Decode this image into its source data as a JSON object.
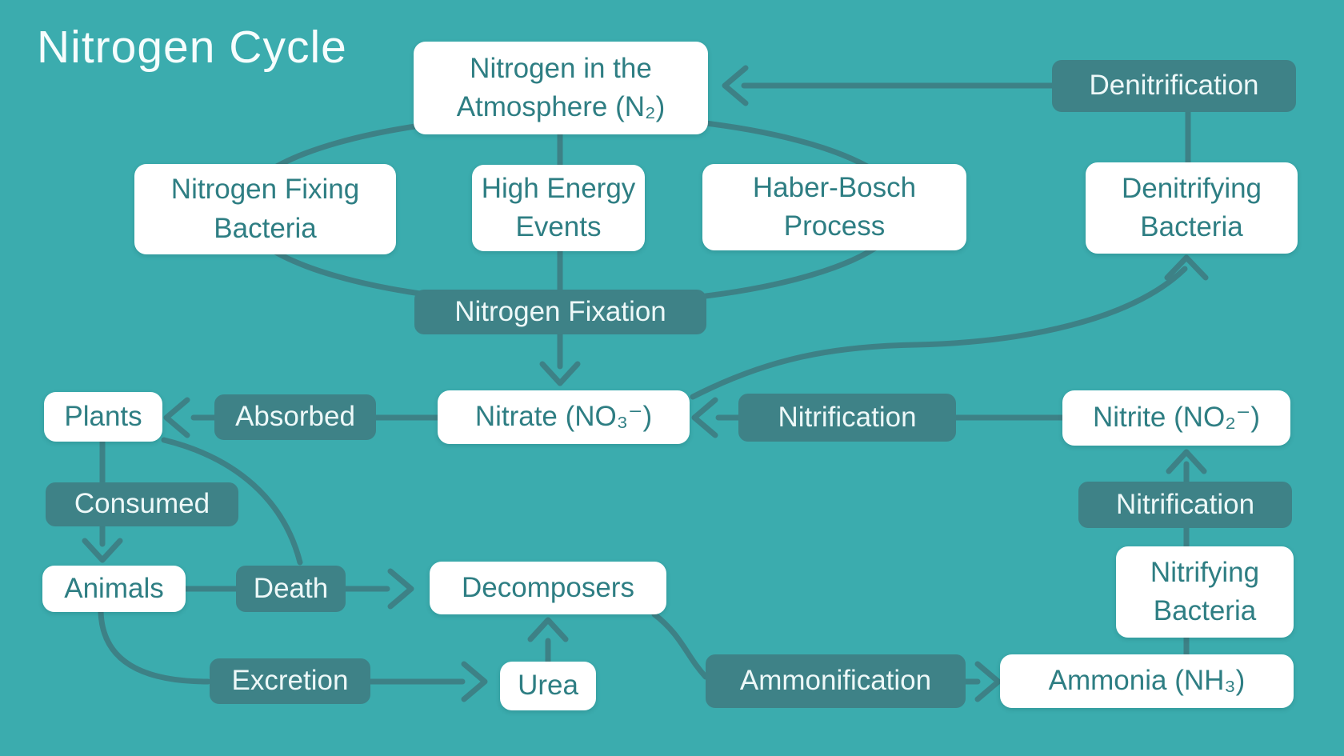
{
  "title": "Nitrogen Cycle",
  "colors": {
    "background": "#3BACAE",
    "node_light_fill": "#FFFFFF",
    "node_light_text": "#2E7E83",
    "node_dark_fill": "#3E8287",
    "node_dark_text": "#EDF8F8",
    "connector": "#3D8186",
    "title_text": "#F6FDFD"
  },
  "nodes": {
    "atmosphere": {
      "label": "Nitrogen in the Atmosphere (N₂)",
      "style": "light"
    },
    "denitrification": {
      "label": "Denitrification",
      "style": "dark"
    },
    "nfb": {
      "label": "Nitrogen Fixing Bacteria",
      "style": "light"
    },
    "hee": {
      "label": "High Energy Events",
      "style": "light"
    },
    "haber": {
      "label": "Haber-Bosch Process",
      "style": "light"
    },
    "denitrifying": {
      "label": "Denitrifying Bacteria",
      "style": "light"
    },
    "nfix": {
      "label": "Nitrogen Fixation",
      "style": "dark"
    },
    "plants": {
      "label": "Plants",
      "style": "light"
    },
    "absorbed": {
      "label": "Absorbed",
      "style": "dark"
    },
    "nitrate": {
      "label": "Nitrate (NO₃⁻)",
      "style": "light"
    },
    "nitrification_mid": {
      "label": "Nitrification",
      "style": "dark"
    },
    "nitrite": {
      "label": "Nitrite (NO₂⁻)",
      "style": "light"
    },
    "consumed": {
      "label": "Consumed",
      "style": "dark"
    },
    "nitrification_right": {
      "label": "Nitrification",
      "style": "dark"
    },
    "animals": {
      "label": "Animals",
      "style": "light"
    },
    "death": {
      "label": "Death",
      "style": "dark"
    },
    "decomposers": {
      "label": "Decomposers",
      "style": "light"
    },
    "nitrifying": {
      "label": "Nitrifying Bacteria",
      "style": "light"
    },
    "excretion": {
      "label": "Excretion",
      "style": "dark"
    },
    "urea": {
      "label": "Urea",
      "style": "light"
    },
    "ammonification": {
      "label": "Ammonification",
      "style": "dark"
    },
    "ammonia": {
      "label": "Ammonia (NH₃)",
      "style": "light"
    }
  },
  "edges": [
    {
      "from": "Denitrifying Bacteria",
      "to": "Denitrification",
      "arrow": false
    },
    {
      "from": "Denitrification",
      "to": "Nitrogen in the Atmosphere (N₂)",
      "arrow": true
    },
    {
      "from": "Nitrogen in the Atmosphere (N₂)",
      "to": "Nitrogen Fixation",
      "arrow": false,
      "via": [
        "Nitrogen Fixing Bacteria",
        "High Energy Events",
        "Haber-Bosch Process"
      ]
    },
    {
      "from": "Nitrogen Fixation",
      "to": "Nitrate (NO₃⁻)",
      "arrow": true
    },
    {
      "from": "Nitrate (NO₃⁻)",
      "to": "Absorbed",
      "arrow": false
    },
    {
      "from": "Absorbed",
      "to": "Plants",
      "arrow": true
    },
    {
      "from": "Nitrite (NO₂⁻)",
      "to": "Nitrification",
      "arrow": false
    },
    {
      "from": "Nitrification",
      "to": "Nitrate (NO₃⁻)",
      "arrow": true
    },
    {
      "from": "Nitrate (NO₃⁻)",
      "to": "Denitrifying Bacteria",
      "arrow": true
    },
    {
      "from": "Plants",
      "to": "Consumed",
      "arrow": false
    },
    {
      "from": "Consumed",
      "to": "Animals",
      "arrow": true
    },
    {
      "from": "Plants",
      "to": "Death",
      "arrow": false
    },
    {
      "from": "Animals",
      "to": "Death",
      "arrow": false
    },
    {
      "from": "Death",
      "to": "Decomposers",
      "arrow": true
    },
    {
      "from": "Animals",
      "to": "Excretion",
      "arrow": false
    },
    {
      "from": "Excretion",
      "to": "Urea",
      "arrow": true
    },
    {
      "from": "Urea",
      "to": "Decomposers",
      "arrow": true
    },
    {
      "from": "Decomposers",
      "to": "Ammonification",
      "arrow": false
    },
    {
      "from": "Ammonification",
      "to": "Ammonia (NH₃)",
      "arrow": true
    },
    {
      "from": "Ammonia (NH₃)",
      "to": "Nitrifying Bacteria",
      "arrow": false
    },
    {
      "from": "Nitrifying Bacteria",
      "to": "Nitrification",
      "arrow": false
    },
    {
      "from": "Nitrification",
      "to": "Nitrite (NO₂⁻)",
      "arrow": true
    }
  ]
}
